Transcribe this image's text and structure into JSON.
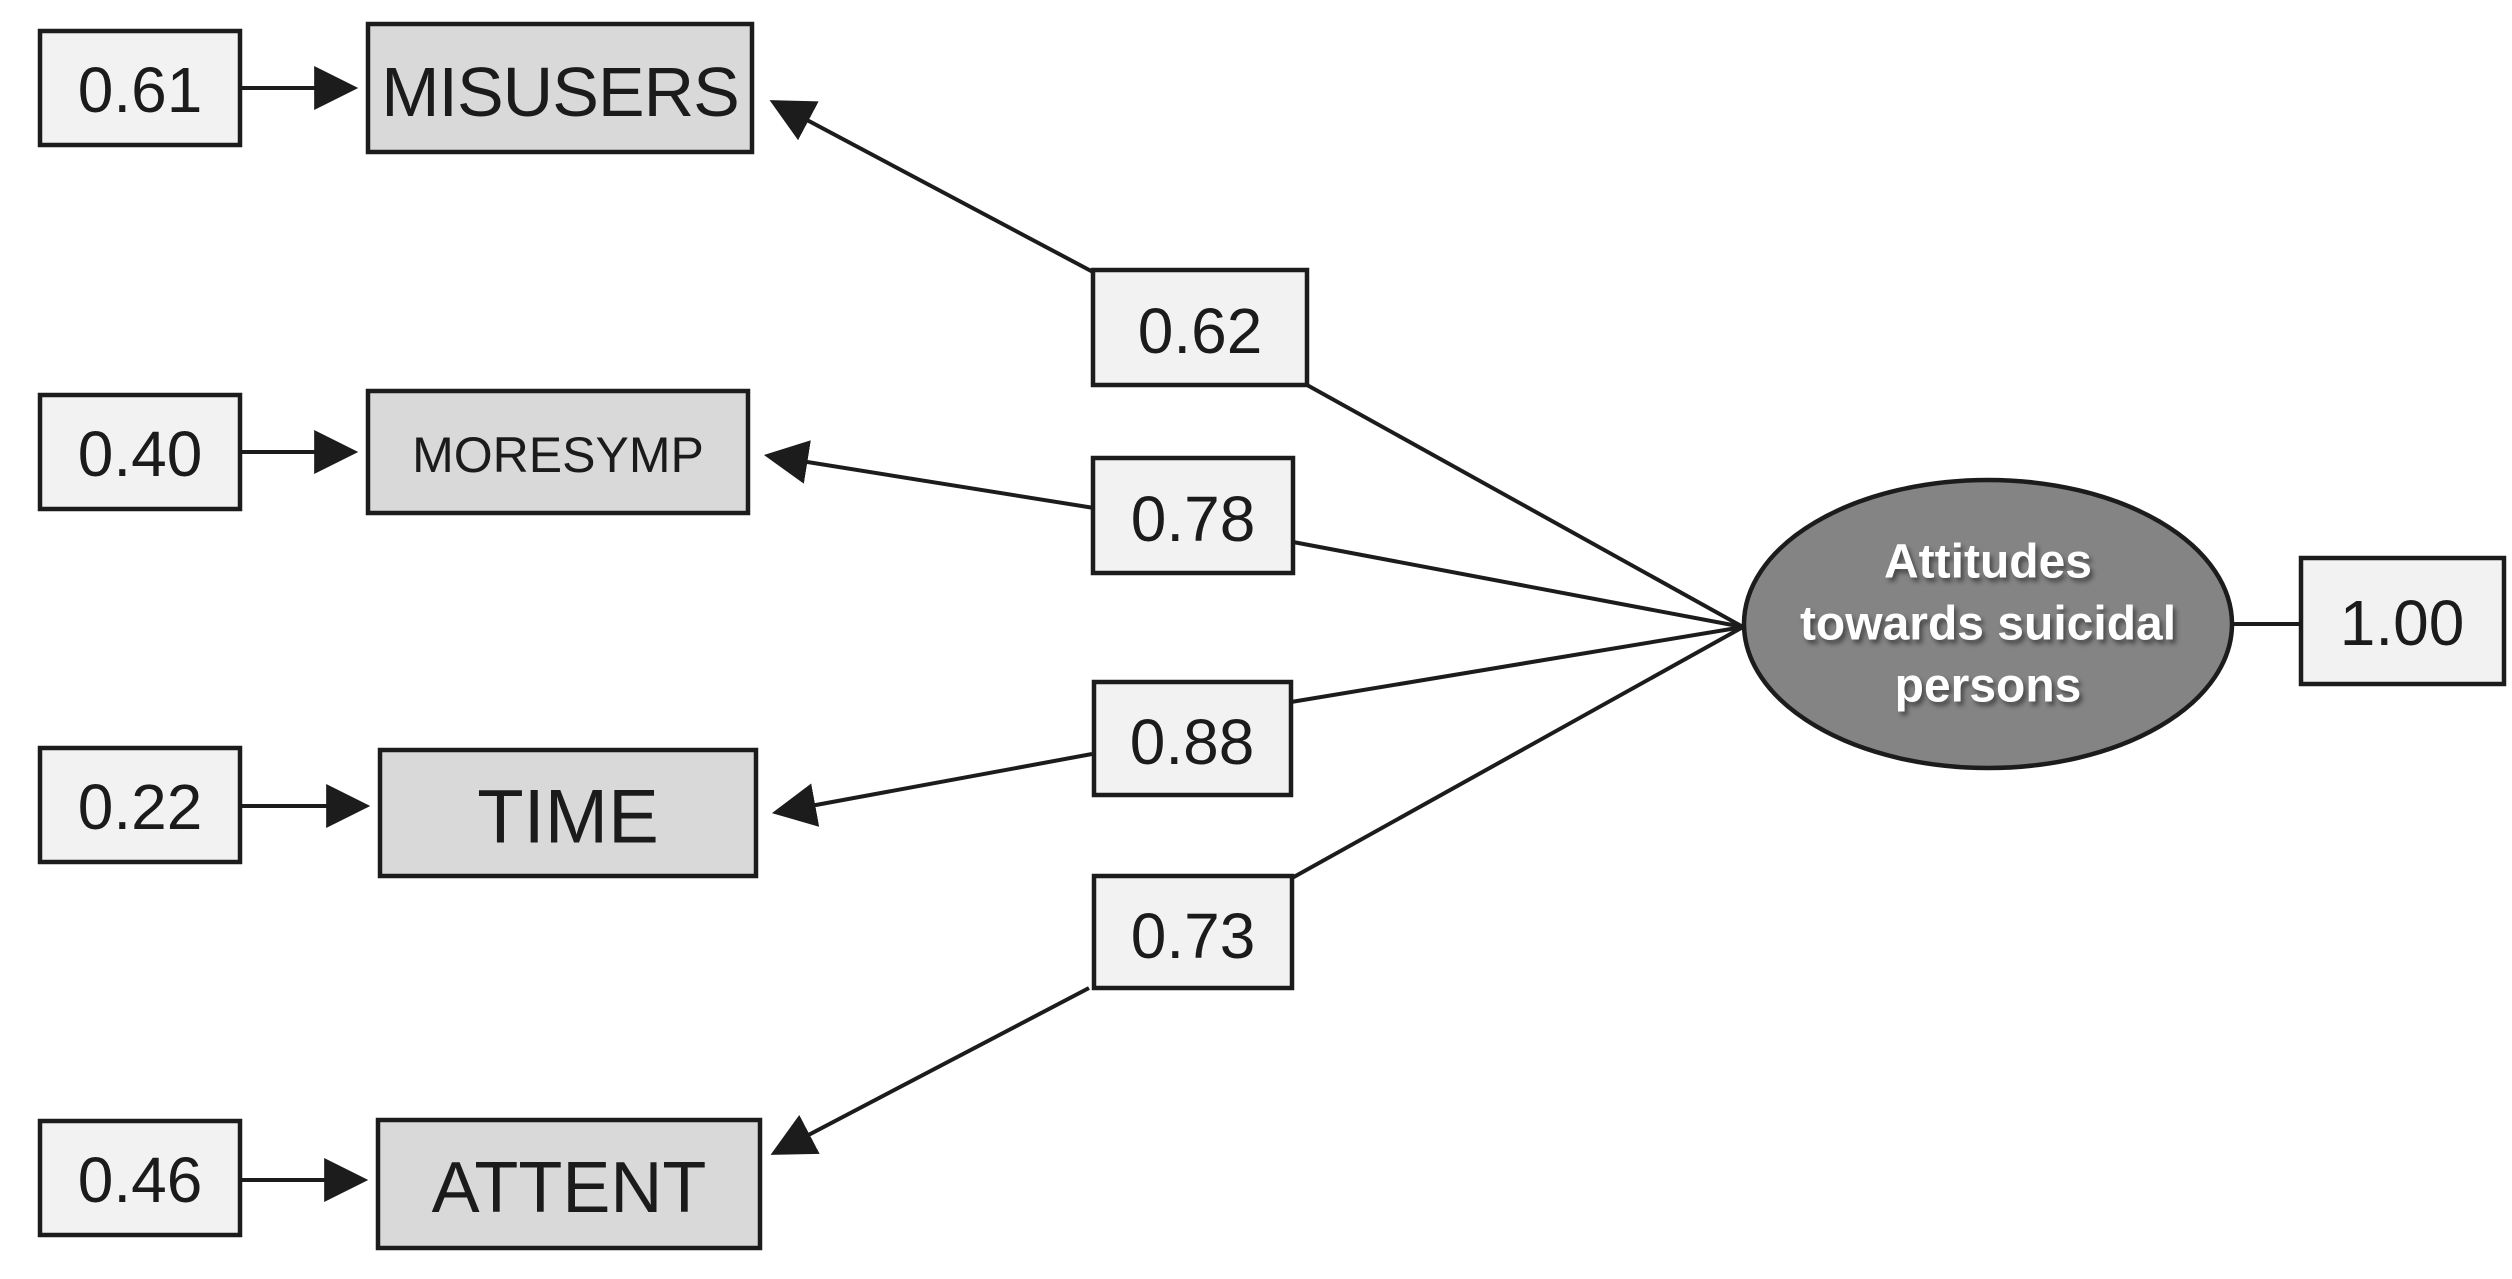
{
  "diagram": {
    "kind": "confirmatory-factor-analysis-path-diagram",
    "latent": {
      "label_lines": [
        "Attitudes",
        "towards suicidal",
        "persons"
      ],
      "variance": "1.00"
    },
    "indicators": [
      {
        "name": "MISUSERS",
        "loading": "0.62",
        "error": "0.61"
      },
      {
        "name": "MORESYMP",
        "loading": "0.78",
        "error": "0.40"
      },
      {
        "name": "TIME",
        "loading": "0.88",
        "error": "0.22"
      },
      {
        "name": "ATTENT",
        "loading": "0.73",
        "error": "0.46"
      }
    ],
    "colors": {
      "background": "#ffffff",
      "value_box_fill": "#f2f2f2",
      "indicator_box_fill": "#d9d9d9",
      "latent_fill": "#848484",
      "latent_text": "#ffffff",
      "stroke": "#1c1c1c"
    }
  }
}
